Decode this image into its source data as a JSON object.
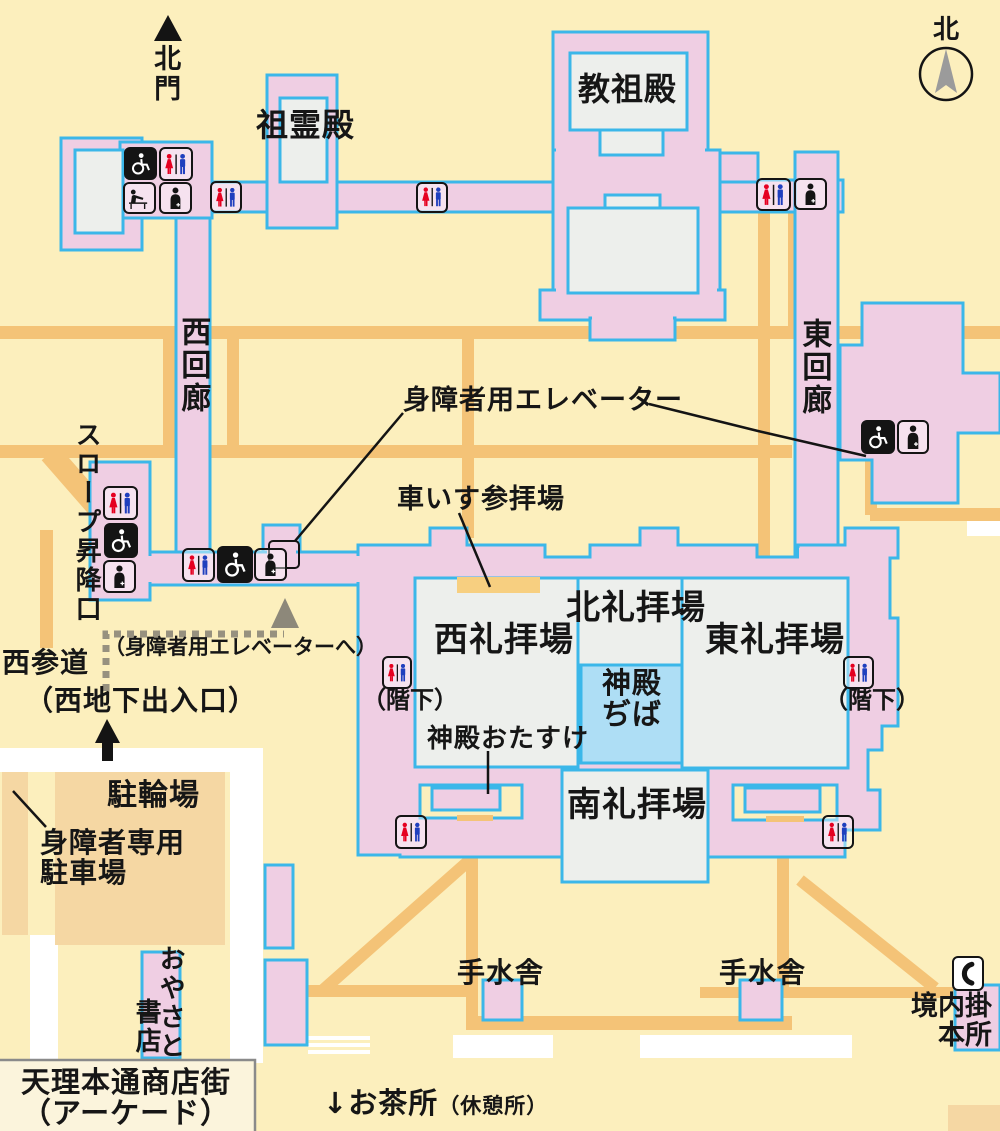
{
  "colors": {
    "background": "#FCEFBD",
    "road_orange": "#F4C377",
    "building_pink": "#EFCEE3",
    "outline_cyan": "#3BB7E9",
    "room_gray": "#EDEFEC",
    "jiba_blue": "#AEDEF5",
    "parking_tan": "#F5D7A3",
    "female_red": "#E50020",
    "male_blue": "#1F3FBE",
    "icon_black": "#141414"
  },
  "labels": {
    "north_gate": "北門",
    "north": "北",
    "kyososden": "教祖殿",
    "soreiden": "祖霊殿",
    "west_corridor": "西回廊",
    "east_corridor": "東回廊",
    "elevator": "身障者用エレベーター",
    "wheelchair_area": "車いす参拝場",
    "slope_entrance": "スロープ昇降口",
    "nishi_sando": "西参道",
    "west_underground": "（西地下出入口）",
    "to_elevator": "（身障者用エレベーターへ）",
    "west_hall": "西礼拝場",
    "north_hall": "北礼拝場",
    "east_hall": "東礼拝場",
    "south_hall": "南礼拝場",
    "jiba_line1": "神殿",
    "jiba_line2": "ぢば",
    "otasuke": "神殿おたすけ",
    "downstairs_west": "（階下）",
    "downstairs_east": "（階下）",
    "bicycle_parking": "駐輪場",
    "disabled_parking_line1": "身障者専用",
    "disabled_parking_line2": "駐車場",
    "oyasato_line1": "おやさと",
    "oyasato_line2": "書店",
    "arcade_line1": "天理本通商店街",
    "arcade_line2": "（アーケード）",
    "temizusha_west": "手水舎",
    "temizusha_east": "手水舎",
    "keidai_line1": "境内掛",
    "keidai_line2": "本所",
    "ochajo": "↓お茶所",
    "ochajo_note": "（休憩所）"
  }
}
